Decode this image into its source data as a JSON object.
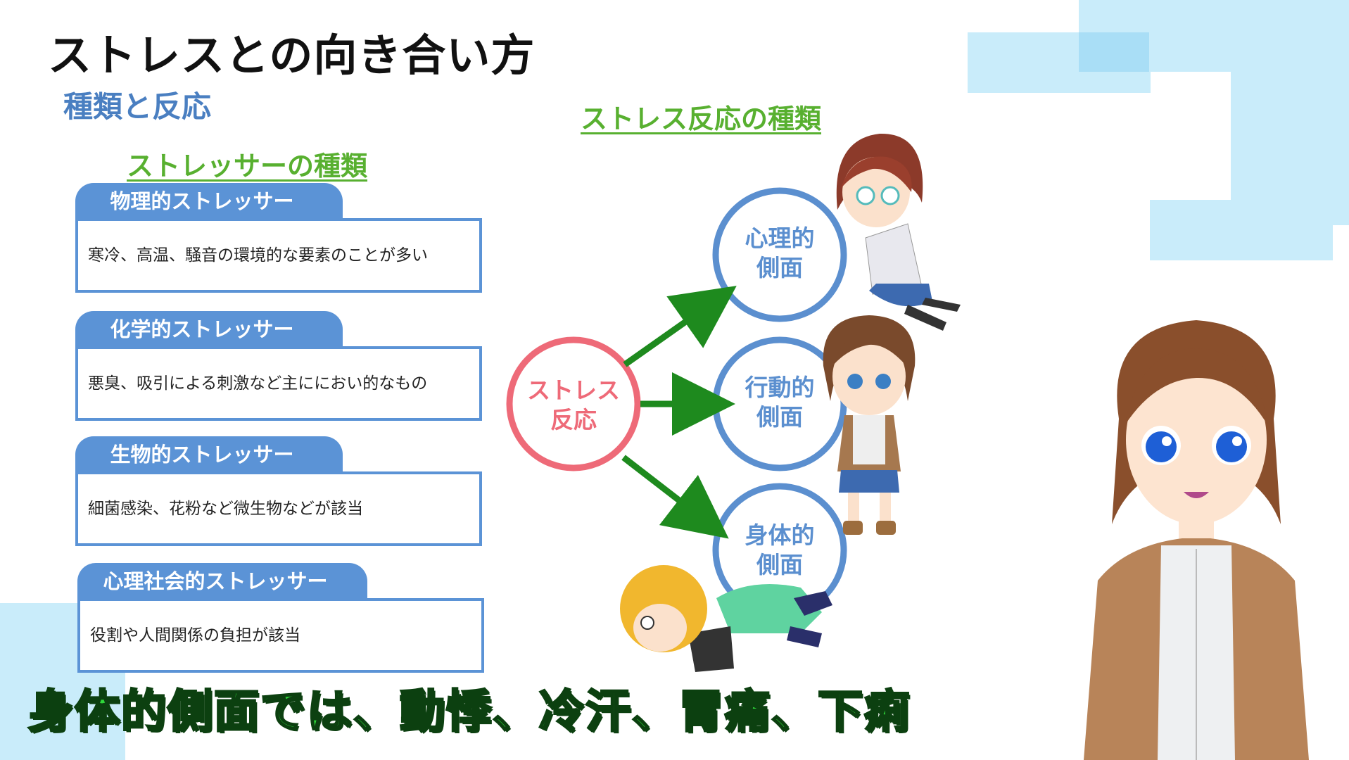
{
  "title": "ストレスとの向き合い方",
  "subtitle": "種類と反応",
  "stressors": {
    "heading": "ストレッサーの種類",
    "items": [
      {
        "label": "物理的ストレッサー",
        "description": "寒冷、高温、騒音の環境的な要素のことが多い"
      },
      {
        "label": "化学的ストレッサー",
        "description": "悪臭、吸引による刺激など主ににおい的なもの"
      },
      {
        "label": "生物的ストレッサー",
        "description": "細菌感染、花粉など微生物などが該当"
      },
      {
        "label": "心理社会的ストレッサー",
        "description": "役割や人間関係の負担が該当"
      }
    ]
  },
  "reactions": {
    "heading": "ストレス反応の種類",
    "center": {
      "line1": "ストレス",
      "line2": "反応"
    },
    "nodes": [
      {
        "line1": "心理的",
        "line2": "側面"
      },
      {
        "line1": "行動的",
        "line2": "側面"
      },
      {
        "line1": "身体的",
        "line2": "側面"
      }
    ]
  },
  "caption": "身体的側面では、動悸、冷汗、胃痛、下痢",
  "colors": {
    "accent_blue": "#5b93d6",
    "accent_green": "#58b030",
    "center_circle": "#ee6a78",
    "arrow_green": "#1e8a1e",
    "caption_green": "#2fd83a"
  }
}
